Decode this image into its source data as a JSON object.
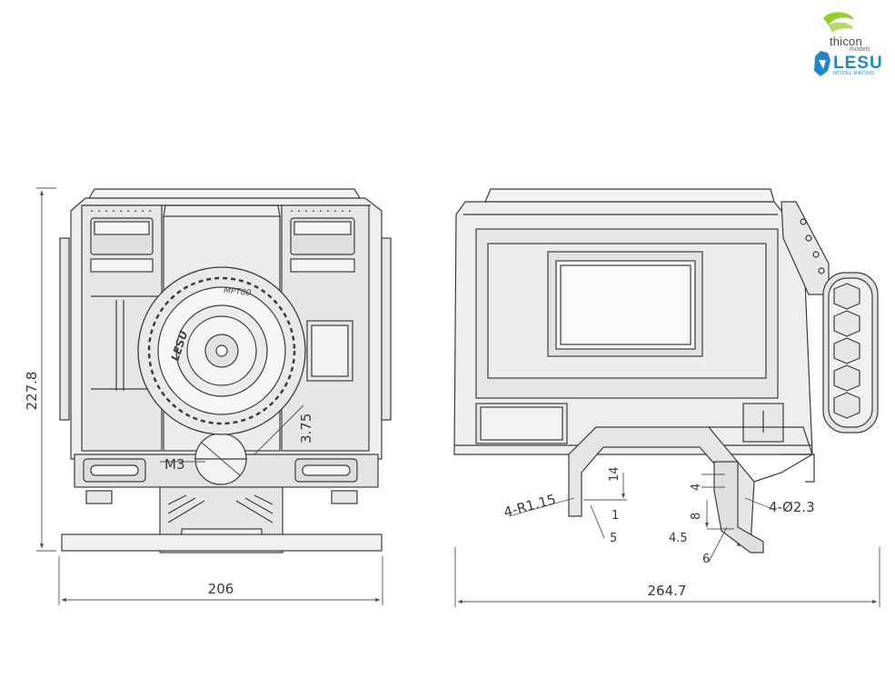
{
  "brand": {
    "thicon_name": "thicon",
    "thicon_sub": "models",
    "thicon_color": "#9acd32",
    "lesu_name": "LESU",
    "lesu_sub": "MODEL RACING",
    "lesu_color": "#1e88c8"
  },
  "tire_text": {
    "brand": "LESU",
    "model": "MPT80"
  },
  "rear_view": {
    "height_dim": "227.8",
    "width_dim": "206",
    "thread_label": "M3",
    "bolt_dim": "3.75"
  },
  "side_view": {
    "length_dim": "264.7",
    "radius_label": "4-R1.15",
    "hole_label": "4-Ø2.3",
    "dims": [
      "14",
      "1",
      "5",
      "4",
      "8",
      "4.5",
      "6"
    ]
  },
  "colors": {
    "line": "#3c3c3c",
    "fill": "#eeeeee",
    "dimension": "#555555"
  }
}
